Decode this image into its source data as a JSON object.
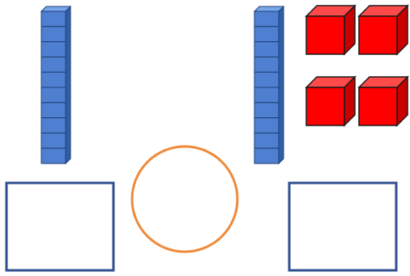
{
  "scene": {
    "left_rod": {
      "units": 10
    },
    "right_rod": {
      "units": 10
    },
    "red_cubes": {
      "count": 4
    },
    "left_box": {},
    "comparison_circle": {},
    "right_box": {}
  },
  "colors": {
    "background": "#ffffff",
    "rod_face": "#4f7fd0",
    "rod_side": "#2f5fa8",
    "rod_top": "#78a7ea",
    "rod_edge": "#1f3f78",
    "cube_front": "#ff0000",
    "cube_top": "#ff4a4a",
    "cube_side": "#c90000",
    "cube_edge": "#1a1a1a",
    "box_border": "#2f4f8f",
    "circle_border": "#ee8a3a"
  }
}
